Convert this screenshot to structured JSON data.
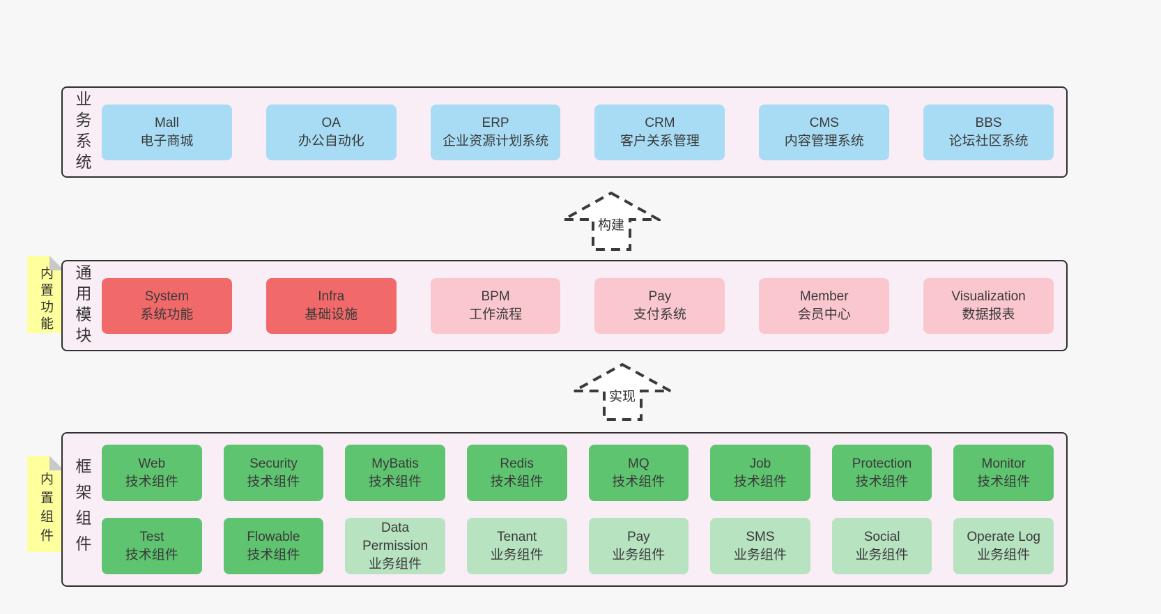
{
  "colors": {
    "page_bg": "#f7f7f7",
    "panel_bg": "#f9edf6",
    "panel_border": "#303030",
    "text": "#3a3a3a",
    "blue": "#a8dcf4",
    "red": "#f2696a",
    "pink": "#fbc7cf",
    "green": "#5fc470",
    "light_green": "#b7e3c0",
    "note_yellow": "#feff9d",
    "note_fold": "#c9c9c9",
    "arrow_stroke": "#3a3a3a",
    "arrow_fill": "#ffffff"
  },
  "arrows": [
    {
      "label": "构建"
    },
    {
      "label": "实现"
    }
  ],
  "sections": [
    {
      "id": "business",
      "label": "业务系统",
      "note": null,
      "rows": [
        [
          {
            "name": "Mall",
            "desc": "电子商城",
            "color": "blue"
          },
          {
            "name": "OA",
            "desc": "办公自动化",
            "color": "blue"
          },
          {
            "name": "ERP",
            "desc": "企业资源计划系统",
            "color": "blue"
          },
          {
            "name": "CRM",
            "desc": "客户关系管理",
            "color": "blue"
          },
          {
            "name": "CMS",
            "desc": "内容管理系统",
            "color": "blue"
          },
          {
            "name": "BBS",
            "desc": "论坛社区系统",
            "color": "blue"
          }
        ]
      ]
    },
    {
      "id": "modules",
      "label": "通用模块",
      "note": "内置功能",
      "rows": [
        [
          {
            "name": "System",
            "desc": "系统功能",
            "color": "red"
          },
          {
            "name": "Infra",
            "desc": "基础设施",
            "color": "red"
          },
          {
            "name": "BPM",
            "desc": "工作流程",
            "color": "pink"
          },
          {
            "name": "Pay",
            "desc": "支付系统",
            "color": "pink"
          },
          {
            "name": "Member",
            "desc": "会员中心",
            "color": "pink"
          },
          {
            "name": "Visualization",
            "desc": "数据报表",
            "color": "pink"
          }
        ]
      ]
    },
    {
      "id": "framework",
      "label": "框架组件",
      "note": "内置组件",
      "rows": [
        [
          {
            "name": "Web",
            "desc": "技术组件",
            "color": "green"
          },
          {
            "name": "Security",
            "desc": "技术组件",
            "color": "green"
          },
          {
            "name": "MyBatis",
            "desc": "技术组件",
            "color": "green"
          },
          {
            "name": "Redis",
            "desc": "技术组件",
            "color": "green"
          },
          {
            "name": "MQ",
            "desc": "技术组件",
            "color": "green"
          },
          {
            "name": "Job",
            "desc": "技术组件",
            "color": "green"
          },
          {
            "name": "Protection",
            "desc": "技术组件",
            "color": "green"
          },
          {
            "name": "Monitor",
            "desc": "技术组件",
            "color": "green"
          }
        ],
        [
          {
            "name": "Test",
            "desc": "技术组件",
            "color": "green"
          },
          {
            "name": "Flowable",
            "desc": "技术组件",
            "color": "green"
          },
          {
            "name": "Data Permission",
            "desc": "业务组件",
            "color": "light_green"
          },
          {
            "name": "Tenant",
            "desc": "业务组件",
            "color": "light_green"
          },
          {
            "name": "Pay",
            "desc": "业务组件",
            "color": "light_green"
          },
          {
            "name": "SMS",
            "desc": "业务组件",
            "color": "light_green"
          },
          {
            "name": "Social",
            "desc": "业务组件",
            "color": "light_green"
          },
          {
            "name": "Operate Log",
            "desc": "业务组件",
            "color": "light_green"
          }
        ]
      ]
    }
  ]
}
